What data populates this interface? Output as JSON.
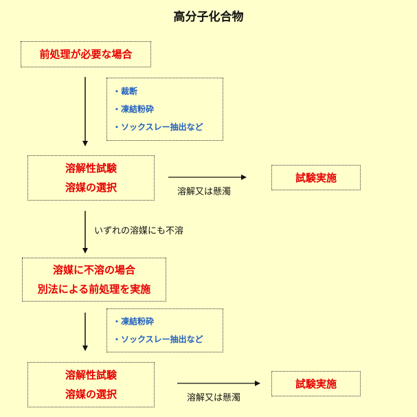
{
  "title": "高分子化合物",
  "steps": {
    "pretreatment_needed": "前処理が必要な場合",
    "solubility_test_1": [
      "溶解性試験",
      "溶媒の選択"
    ],
    "insoluble_case": [
      "溶媒に不溶の場合",
      "別法による前処理を実施"
    ],
    "solubility_test_2": [
      "溶解性試験",
      "溶媒の選択"
    ],
    "test_run_1": "試験実施",
    "test_run_2": "試験実施"
  },
  "notes": {
    "methods_1": [
      "・裁断",
      "・凍結粉砕",
      "・ソックスレー抽出など"
    ],
    "methods_2": [
      "・凍結粉砕",
      "・ソックスレー抽出など"
    ]
  },
  "labels": {
    "dissolved_1": "溶解又は懸濁",
    "insoluble_all": "いずれの溶媒にも不溶",
    "dissolved_2": "溶解又は懸濁"
  },
  "colors": {
    "background": "#ffffcc",
    "step_text": "#e60000",
    "note_text": "#2060c0"
  }
}
